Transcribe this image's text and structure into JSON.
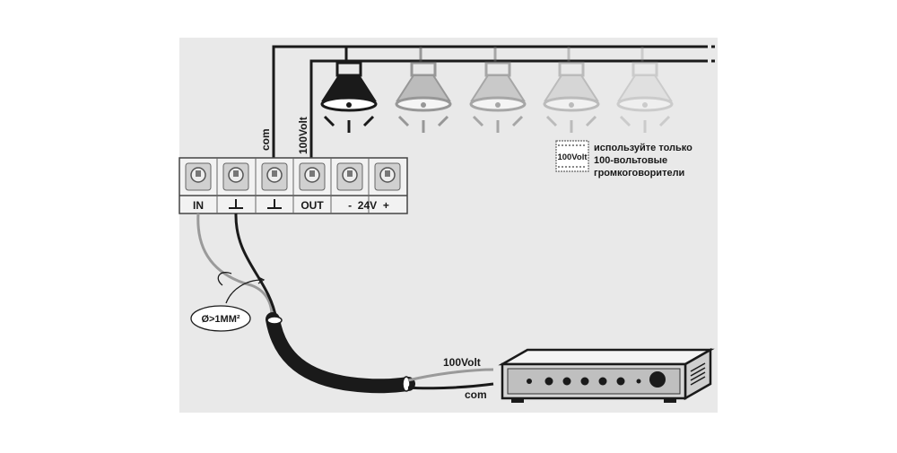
{
  "wires": {
    "com_label": "com",
    "volt_label": "100Volt"
  },
  "terminal_block": {
    "labels": {
      "in": "IN",
      "out": "OUT",
      "voltage": "-  24V  +"
    }
  },
  "cable": {
    "diameter_label": "Ø>1MM²"
  },
  "note": {
    "badge": "100Volt",
    "line1": "используйте только",
    "line2": "100-вольтовые",
    "line3": "громкоговорители"
  },
  "amplifier": {
    "volt_label": "100Volt",
    "com_label": "com"
  },
  "colors": {
    "background": "#e9e9e9",
    "wire": "#1a1a1a",
    "grey_wire": "#9a9a9a",
    "speaker_active": "#1a1a1a"
  }
}
